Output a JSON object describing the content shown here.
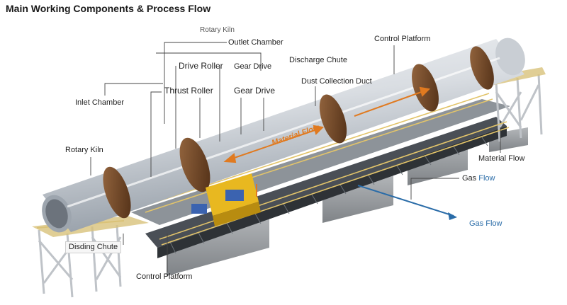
{
  "title": "Main Working Components & Process Flow",
  "labels": {
    "rotary_kiln_top": "Rotary Kiln",
    "outlet_chamber": "Outlet Chamber",
    "drive_roller": "Drive Roller",
    "gear_drive_small": "Gear Drive",
    "discharge_chute": "Discharge Chute",
    "control_platform_top": "Control Platform",
    "thrust_roller": "Thrust Roller",
    "gear_drive_large": "Gear Drive",
    "dust_collection_duct": "Dust Collection Duct",
    "inlet_chamber": "Inlet Chamber",
    "rotary_kiln_left": "Rotary Kiln",
    "material_flow_kiln": "Material Flow",
    "material_flow_right": "Material Flow",
    "gas_flow_right_prefix": "Gas",
    "gas_flow_right_suffix": "Flow",
    "gas_flow_arrow": "Gas Flow",
    "disding_chute": "Disding Chute",
    "control_platform_bottom": "Control Platform"
  },
  "colors": {
    "kiln_shell": "#d9dde2",
    "kiln_shade": "#9aa3ad",
    "tyre_ring": "#7a4a26",
    "steel_frame": "#3a3e44",
    "handrail": "#e2c46a",
    "material_flow": "#e07a20",
    "gas_flow": "#2a6ca8",
    "motor": "#3b63b0",
    "gear_housing": "#e8b820",
    "concrete": "#9ea2a6"
  }
}
